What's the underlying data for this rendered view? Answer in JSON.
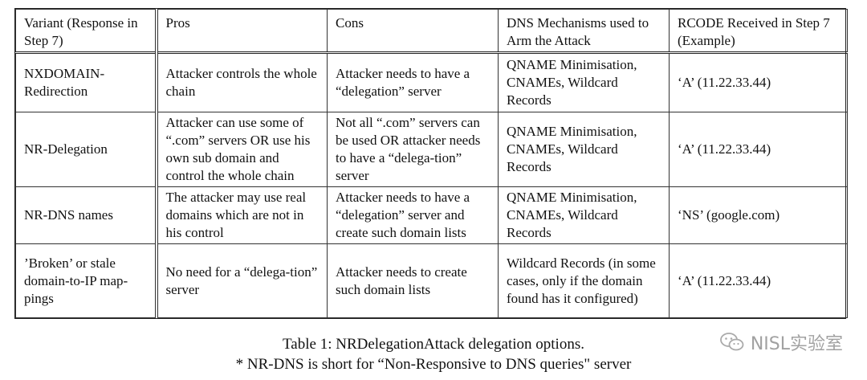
{
  "table": {
    "headers": [
      "Variant (Response in Step 7)",
      "Pros",
      "Cons",
      "DNS Mechanisms used to Arm the Attack",
      "RCODE Received in Step 7 (Example)"
    ],
    "rows": [
      {
        "variant": "NXDOMAIN-Redirection",
        "pros": "Attacker controls the whole chain",
        "cons": "Attacker needs to have a “delegation” server",
        "mechanisms": "QNAME Minimisation, CNAMEs, Wildcard Records",
        "rcode": "‘A’ (11.22.33.44)"
      },
      {
        "variant": "NR-Delegation",
        "pros": "Attacker can use some of “.com” servers OR use his own sub domain and control the whole chain",
        "cons": "Not all “.com” servers can be used OR attacker needs to have a “delega-tion” server",
        "mechanisms": "QNAME Minimisation, CNAMEs, Wildcard Records",
        "rcode": "‘A’ (11.22.33.44)"
      },
      {
        "variant": "NR-DNS names",
        "pros": "The attacker may use real domains which are not in his control",
        "cons": "Attacker needs to have a “delegation” server and create such domain lists",
        "mechanisms": "QNAME Minimisation, CNAMEs, Wildcard Records",
        "rcode": "‘NS’ (google.com)"
      },
      {
        "variant": "’Broken’ or stale domain-to-IP map-pings",
        "pros": "No need for a “delega-tion” server",
        "cons": "Attacker needs to create such domain lists",
        "mechanisms": "Wildcard Records (in some cases, only if the domain found has it configured)",
        "rcode": "‘A’ (11.22.33.44)"
      }
    ]
  },
  "caption": {
    "line1": "Table 1: NRDelegationAttack delegation options.",
    "line2": "* NR-DNS is short for “Non-Responsive to DNS queries\" server"
  },
  "watermark": {
    "text": "NISL实验室",
    "icon": "wechat-icon"
  }
}
